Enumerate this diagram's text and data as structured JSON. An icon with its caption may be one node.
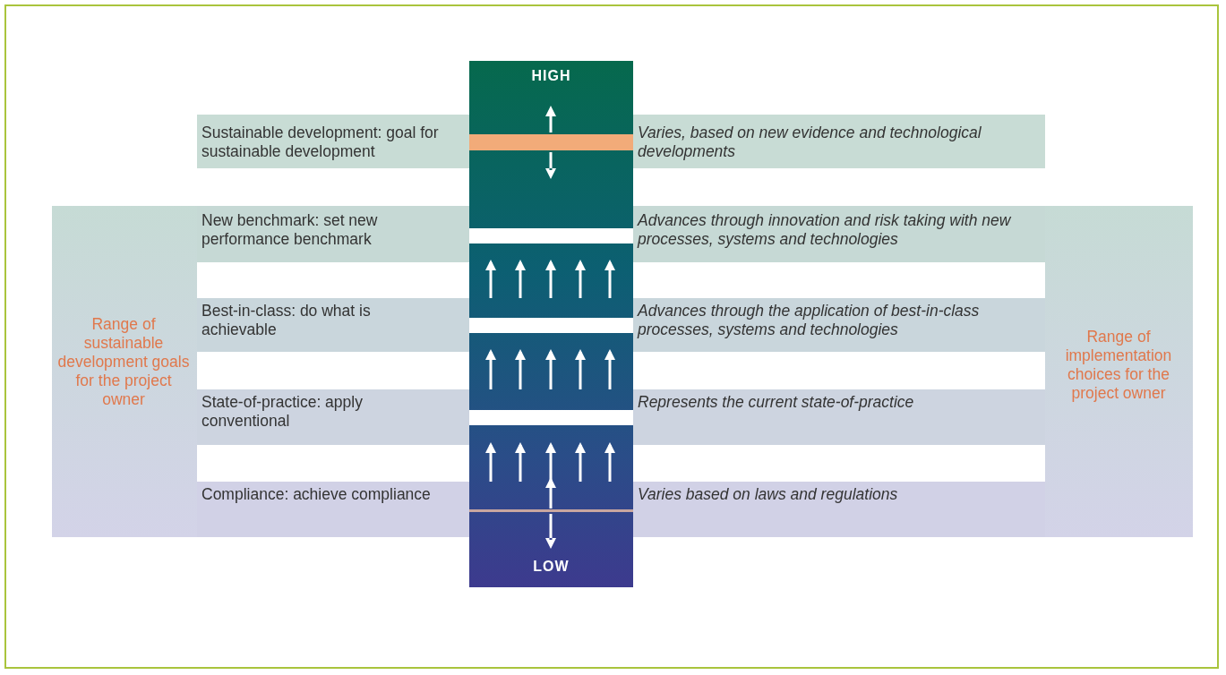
{
  "diagram": {
    "nodes": [
      {
        "text": [
          "Sustainable development: goal for sustainable development",
          "Varies, based on new evidence and technological developments"
        ]
      },
      {
        "text": [
          "Range of sustainable development goals for the project owner",
          "Range of implementation choices for the project owner"
        ]
      },
      {
        "text": [
          "New benchmark: set new performance benchmark",
          "Advances through innovation and risk taking with new processes, systems and technologies"
        ],
        "in": 1
      },
      {
        "text": [
          "Best-in-class: do what is achievable",
          "Advances through the application of best-in-class processes, systems and technologies"
        ],
        "in": 1
      },
      {
        "text": [
          "State-of-practice: apply conventional",
          "Represents the current state-of-practice"
        ],
        "in": 1
      },
      {
        "text": [
          "Compliance: achieve compliance",
          "Varies based on laws and regulations"
        ],
        "in": 1
      }
    ],
    "labels": [
      "HIGH",
      "LOW"
    ],
    "edges": [
      {
        "from": 3,
        "to": 2,
        "arrow": "to"
      },
      {
        "from": 3,
        "to": 2,
        "arrow": "to"
      },
      {
        "from": 3,
        "to": 2,
        "arrow": "to"
      },
      {
        "from": 3,
        "to": 2,
        "arrow": "to"
      },
      {
        "from": 3,
        "to": 2,
        "arrow": "to"
      },
      {
        "from": 4,
        "to": 3,
        "arrow": "to"
      },
      {
        "from": 4,
        "to": 3,
        "arrow": "to"
      },
      {
        "from": 4,
        "to": 3,
        "arrow": "to"
      },
      {
        "from": 4,
        "to": 3,
        "arrow": "to"
      },
      {
        "from": 4,
        "to": 3,
        "arrow": "to"
      },
      {
        "from": 5,
        "to": 4,
        "arrow": "to"
      },
      {
        "from": 5,
        "to": 4,
        "arrow": "to"
      },
      {
        "from": 5,
        "to": 4,
        "arrow": "to"
      },
      {
        "from": 5,
        "to": 4,
        "arrow": "to"
      },
      {
        "from": 5,
        "to": 4,
        "arrow": "to"
      }
    ]
  }
}
